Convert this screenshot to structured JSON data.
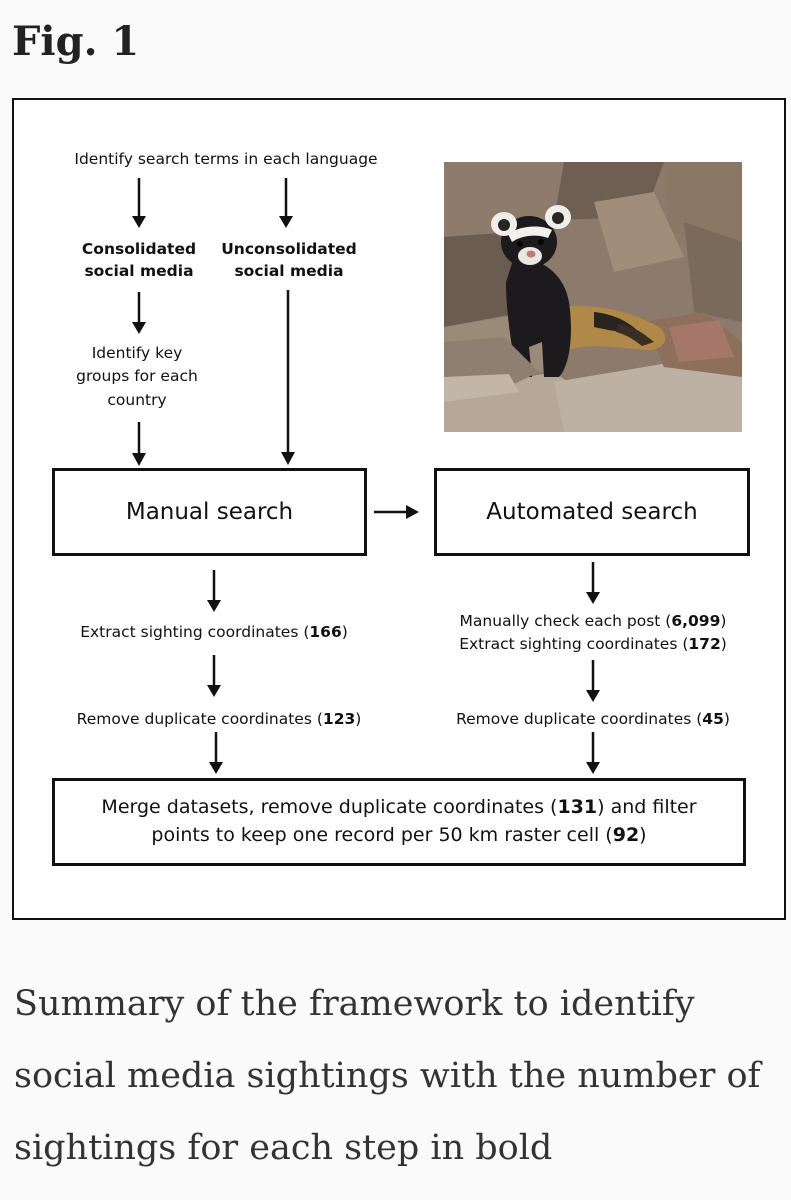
{
  "figure": {
    "title": "Fig. 1"
  },
  "diagram": {
    "top_label": "Identify search terms in each language",
    "consolidated": [
      "Consolidated",
      "social media"
    ],
    "unconsolidated": [
      "Unconsolidated",
      "social media"
    ],
    "key_groups": [
      "Identify key",
      "groups for each",
      "country"
    ],
    "manual_search": "Manual search",
    "automated_search": "Automated search",
    "manual_extract": {
      "text": "Extract sighting coordinates (",
      "count": "166",
      "close": ")"
    },
    "manual_remove": {
      "text": "Remove duplicate coordinates (",
      "count": "123",
      "close": ")"
    },
    "auto_check": {
      "text": "Manually check each post (",
      "count": "6,099",
      "close": ")"
    },
    "auto_extract": {
      "text": "Extract sighting coordinates (",
      "count": "172",
      "close": ")"
    },
    "auto_remove": {
      "text": "Remove duplicate coordinates (",
      "count": "45",
      "close": ")"
    },
    "merge": {
      "line1_a": "Merge datasets, remove duplicate coordinates (",
      "line1_count": "131",
      "line1_b": ") and filter",
      "line2_a": "points to keep one record per 50 km raster cell (",
      "line2_count": "92",
      "line2_b": ")"
    }
  },
  "caption": {
    "text": "Summary of the framework to identify social media sightings with the number of sightings for each step in bold"
  },
  "colors": {
    "line": "#111111",
    "rock": "#8a7a6a",
    "fur_dark": "#1c1a1c",
    "fur_tan": "#b08848"
  },
  "icons": [
    "down-arrow-icon",
    "right-arrow-icon"
  ]
}
